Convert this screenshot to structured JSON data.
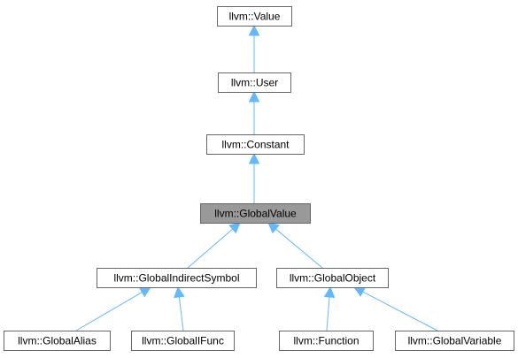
{
  "diagram": {
    "nodes": [
      {
        "id": "value",
        "label": "llvm::Value",
        "highlighted": false
      },
      {
        "id": "user",
        "label": "llvm::User",
        "highlighted": false
      },
      {
        "id": "constant",
        "label": "llvm::Constant",
        "highlighted": false
      },
      {
        "id": "globalvalue",
        "label": "llvm::GlobalValue",
        "highlighted": true
      },
      {
        "id": "globalindirectsymbol",
        "label": "llvm::GlobalIndirectSymbol",
        "highlighted": false
      },
      {
        "id": "globalobject",
        "label": "llvm::GlobalObject",
        "highlighted": false
      },
      {
        "id": "globalalias",
        "label": "llvm::GlobalAlias",
        "highlighted": false
      },
      {
        "id": "globalifunc",
        "label": "llvm::GlobalIFunc",
        "highlighted": false
      },
      {
        "id": "function",
        "label": "llvm::Function",
        "highlighted": false
      },
      {
        "id": "globalvariable",
        "label": "llvm::GlobalVariable",
        "highlighted": false
      }
    ],
    "edges": [
      {
        "from": "user",
        "to": "value"
      },
      {
        "from": "constant",
        "to": "user"
      },
      {
        "from": "globalvalue",
        "to": "constant"
      },
      {
        "from": "globalindirectsymbol",
        "to": "globalvalue"
      },
      {
        "from": "globalobject",
        "to": "globalvalue"
      },
      {
        "from": "globalalias",
        "to": "globalindirectsymbol"
      },
      {
        "from": "globalifunc",
        "to": "globalindirectsymbol"
      },
      {
        "from": "function",
        "to": "globalobject"
      },
      {
        "from": "globalvariable",
        "to": "globalobject"
      }
    ],
    "colors": {
      "edge": "#63b8ff",
      "node_border": "#666666",
      "node_fill": "#ffffff",
      "highlight_fill": "#999999",
      "text": "#000000"
    }
  }
}
